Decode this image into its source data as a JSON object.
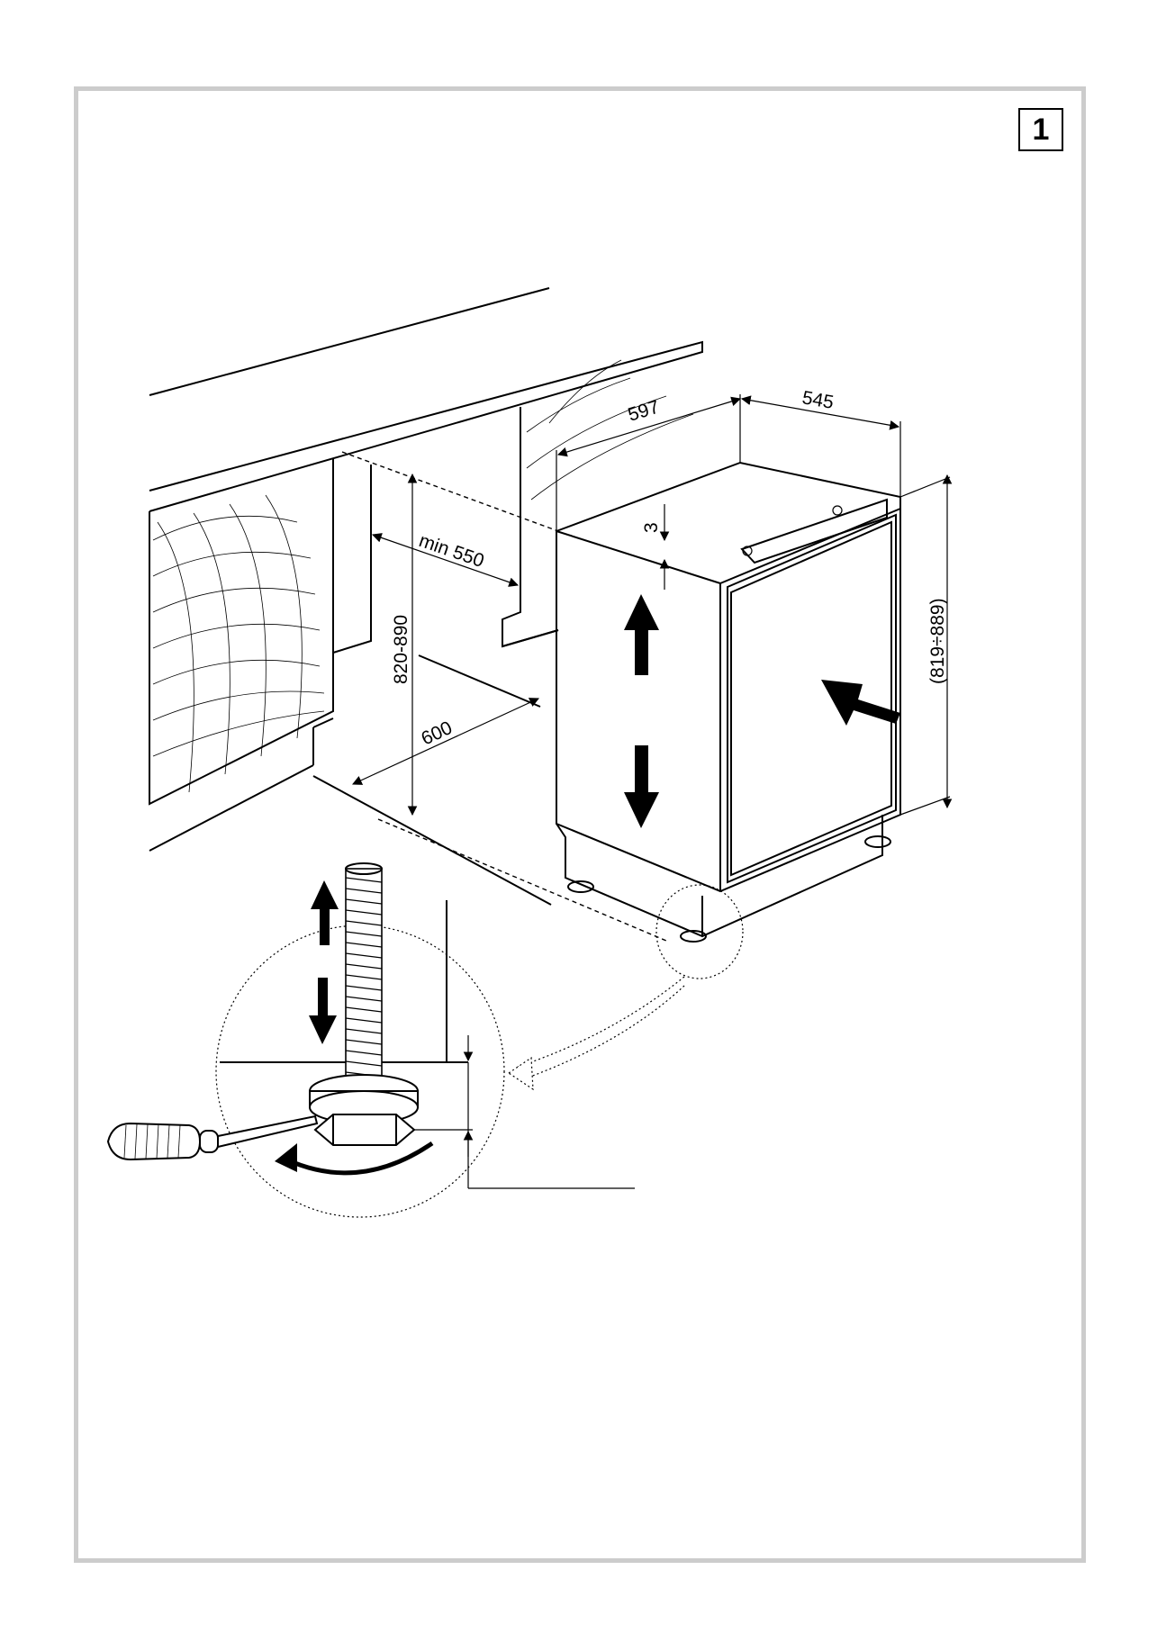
{
  "figure": {
    "page_number": "1"
  },
  "dimensions": {
    "cabinet_width": "597",
    "cabinet_depth": "545",
    "top_gap": "3",
    "niche_min_depth": "min 550",
    "niche_height": "820-890",
    "niche_width": "600",
    "appliance_height": "(819÷889)"
  },
  "colors": {
    "frame": "#cccccc",
    "ink": "#000000",
    "background": "#ffffff"
  }
}
